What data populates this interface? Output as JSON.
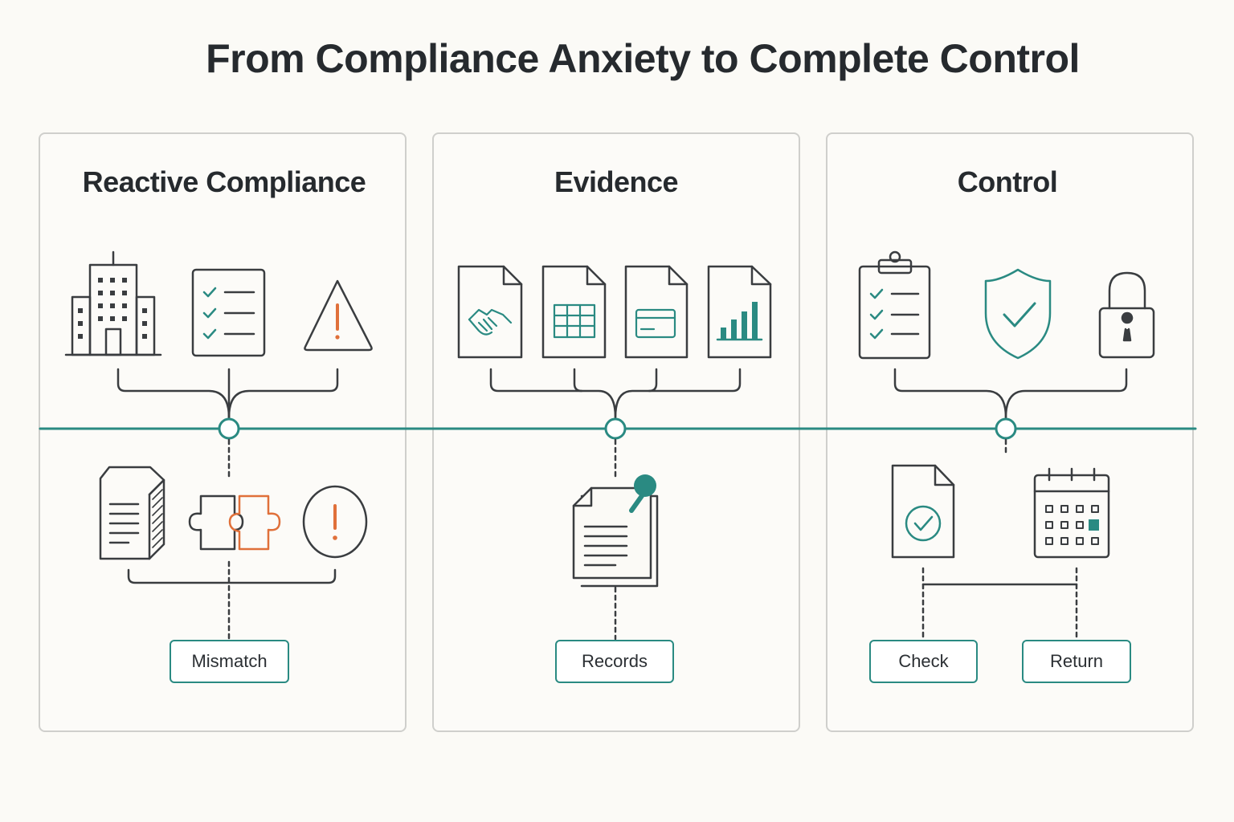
{
  "title": "From Compliance Anxiety to Complete Control",
  "colors": {
    "teal": "#2a8a82",
    "orange": "#e0703a",
    "ink": "#3a3d40",
    "border": "#cfcfcc",
    "background": "#fbfaf6"
  },
  "panels": [
    {
      "title": "Reactive Compliance",
      "top_icons": [
        "building-icon",
        "checklist-icon",
        "warning-icon"
      ],
      "bottom_icons": [
        "stacked-documents-icon",
        "puzzle-pieces-icon",
        "alert-circle-icon"
      ],
      "labels": [
        "Mismatch"
      ]
    },
    {
      "title": "Evidence",
      "top_icons": [
        "handshake-document-icon",
        "spreadsheet-document-icon",
        "card-document-icon",
        "bar-chart-document-icon"
      ],
      "bottom_icons": [
        "pinned-records-icon"
      ],
      "labels": [
        "Records"
      ]
    },
    {
      "title": "Control",
      "top_icons": [
        "clipboard-checklist-icon",
        "shield-check-icon",
        "padlock-icon"
      ],
      "bottom_icons": [
        "verified-document-icon",
        "calendar-icon"
      ],
      "labels": [
        "Check",
        "Return"
      ]
    }
  ]
}
